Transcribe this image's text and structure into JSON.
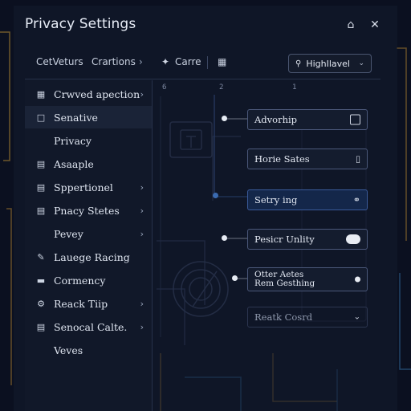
{
  "window": {
    "title": "Privacy Settings"
  },
  "window_controls": {
    "home_icon": "home-icon",
    "close_icon": "close-icon"
  },
  "topbar": {
    "tabs": [
      {
        "label": "CetVeturs"
      },
      {
        "label": "Crartions"
      },
      {
        "label": "Carre"
      }
    ],
    "dropdown": {
      "value": "HighIlavel"
    }
  },
  "ruler": [
    "6",
    "2",
    "1"
  ],
  "sidebar": {
    "items": [
      {
        "label": "Crwved apection",
        "icon": "lock-icon",
        "chevron": true,
        "active": false
      },
      {
        "label": "Senative",
        "icon": "square-icon",
        "chevron": false,
        "active": true
      },
      {
        "label": "Privacy",
        "icon": "",
        "chevron": false,
        "active": false
      },
      {
        "label": "Asaaple",
        "icon": "document-icon",
        "chevron": false,
        "active": false
      },
      {
        "label": "Sppertionel",
        "icon": "document-icon",
        "chevron": true,
        "active": false
      },
      {
        "label": "Pnacy Stetes",
        "icon": "document-icon",
        "chevron": true,
        "active": false
      },
      {
        "label": "Pevey",
        "icon": "",
        "chevron": true,
        "active": false
      },
      {
        "label": "Lauege Racing",
        "icon": "pen-icon",
        "chevron": false,
        "active": false
      },
      {
        "label": "Cormency",
        "icon": "monitor-icon",
        "chevron": false,
        "active": false
      },
      {
        "label": "Reack Tiip",
        "icon": "settings-icon",
        "chevron": true,
        "active": false
      },
      {
        "label": "Senocal Calte.",
        "icon": "document-icon",
        "chevron": true,
        "active": false
      },
      {
        "label": "Veves",
        "icon": "",
        "chevron": false,
        "active": false
      }
    ]
  },
  "cards": [
    {
      "label": "Advorhip",
      "control": "checkbox"
    },
    {
      "label": "Horie Sates",
      "control": "phone-icon"
    },
    {
      "label": "Setry ing",
      "control": "link-icon"
    },
    {
      "label": "Pesicr Unlity",
      "control": "toggle",
      "toggle_state": "on"
    },
    {
      "label1": "Otter Aetes",
      "label2": "Rem Gesthing",
      "control": "dot"
    },
    {
      "label": "Reatk Cosrd",
      "control": "chevron-down-icon"
    }
  ],
  "colors": {
    "background": "#0b1020",
    "accent_gold": "#b08a3e",
    "accent_blue": "#3a5a9a"
  }
}
